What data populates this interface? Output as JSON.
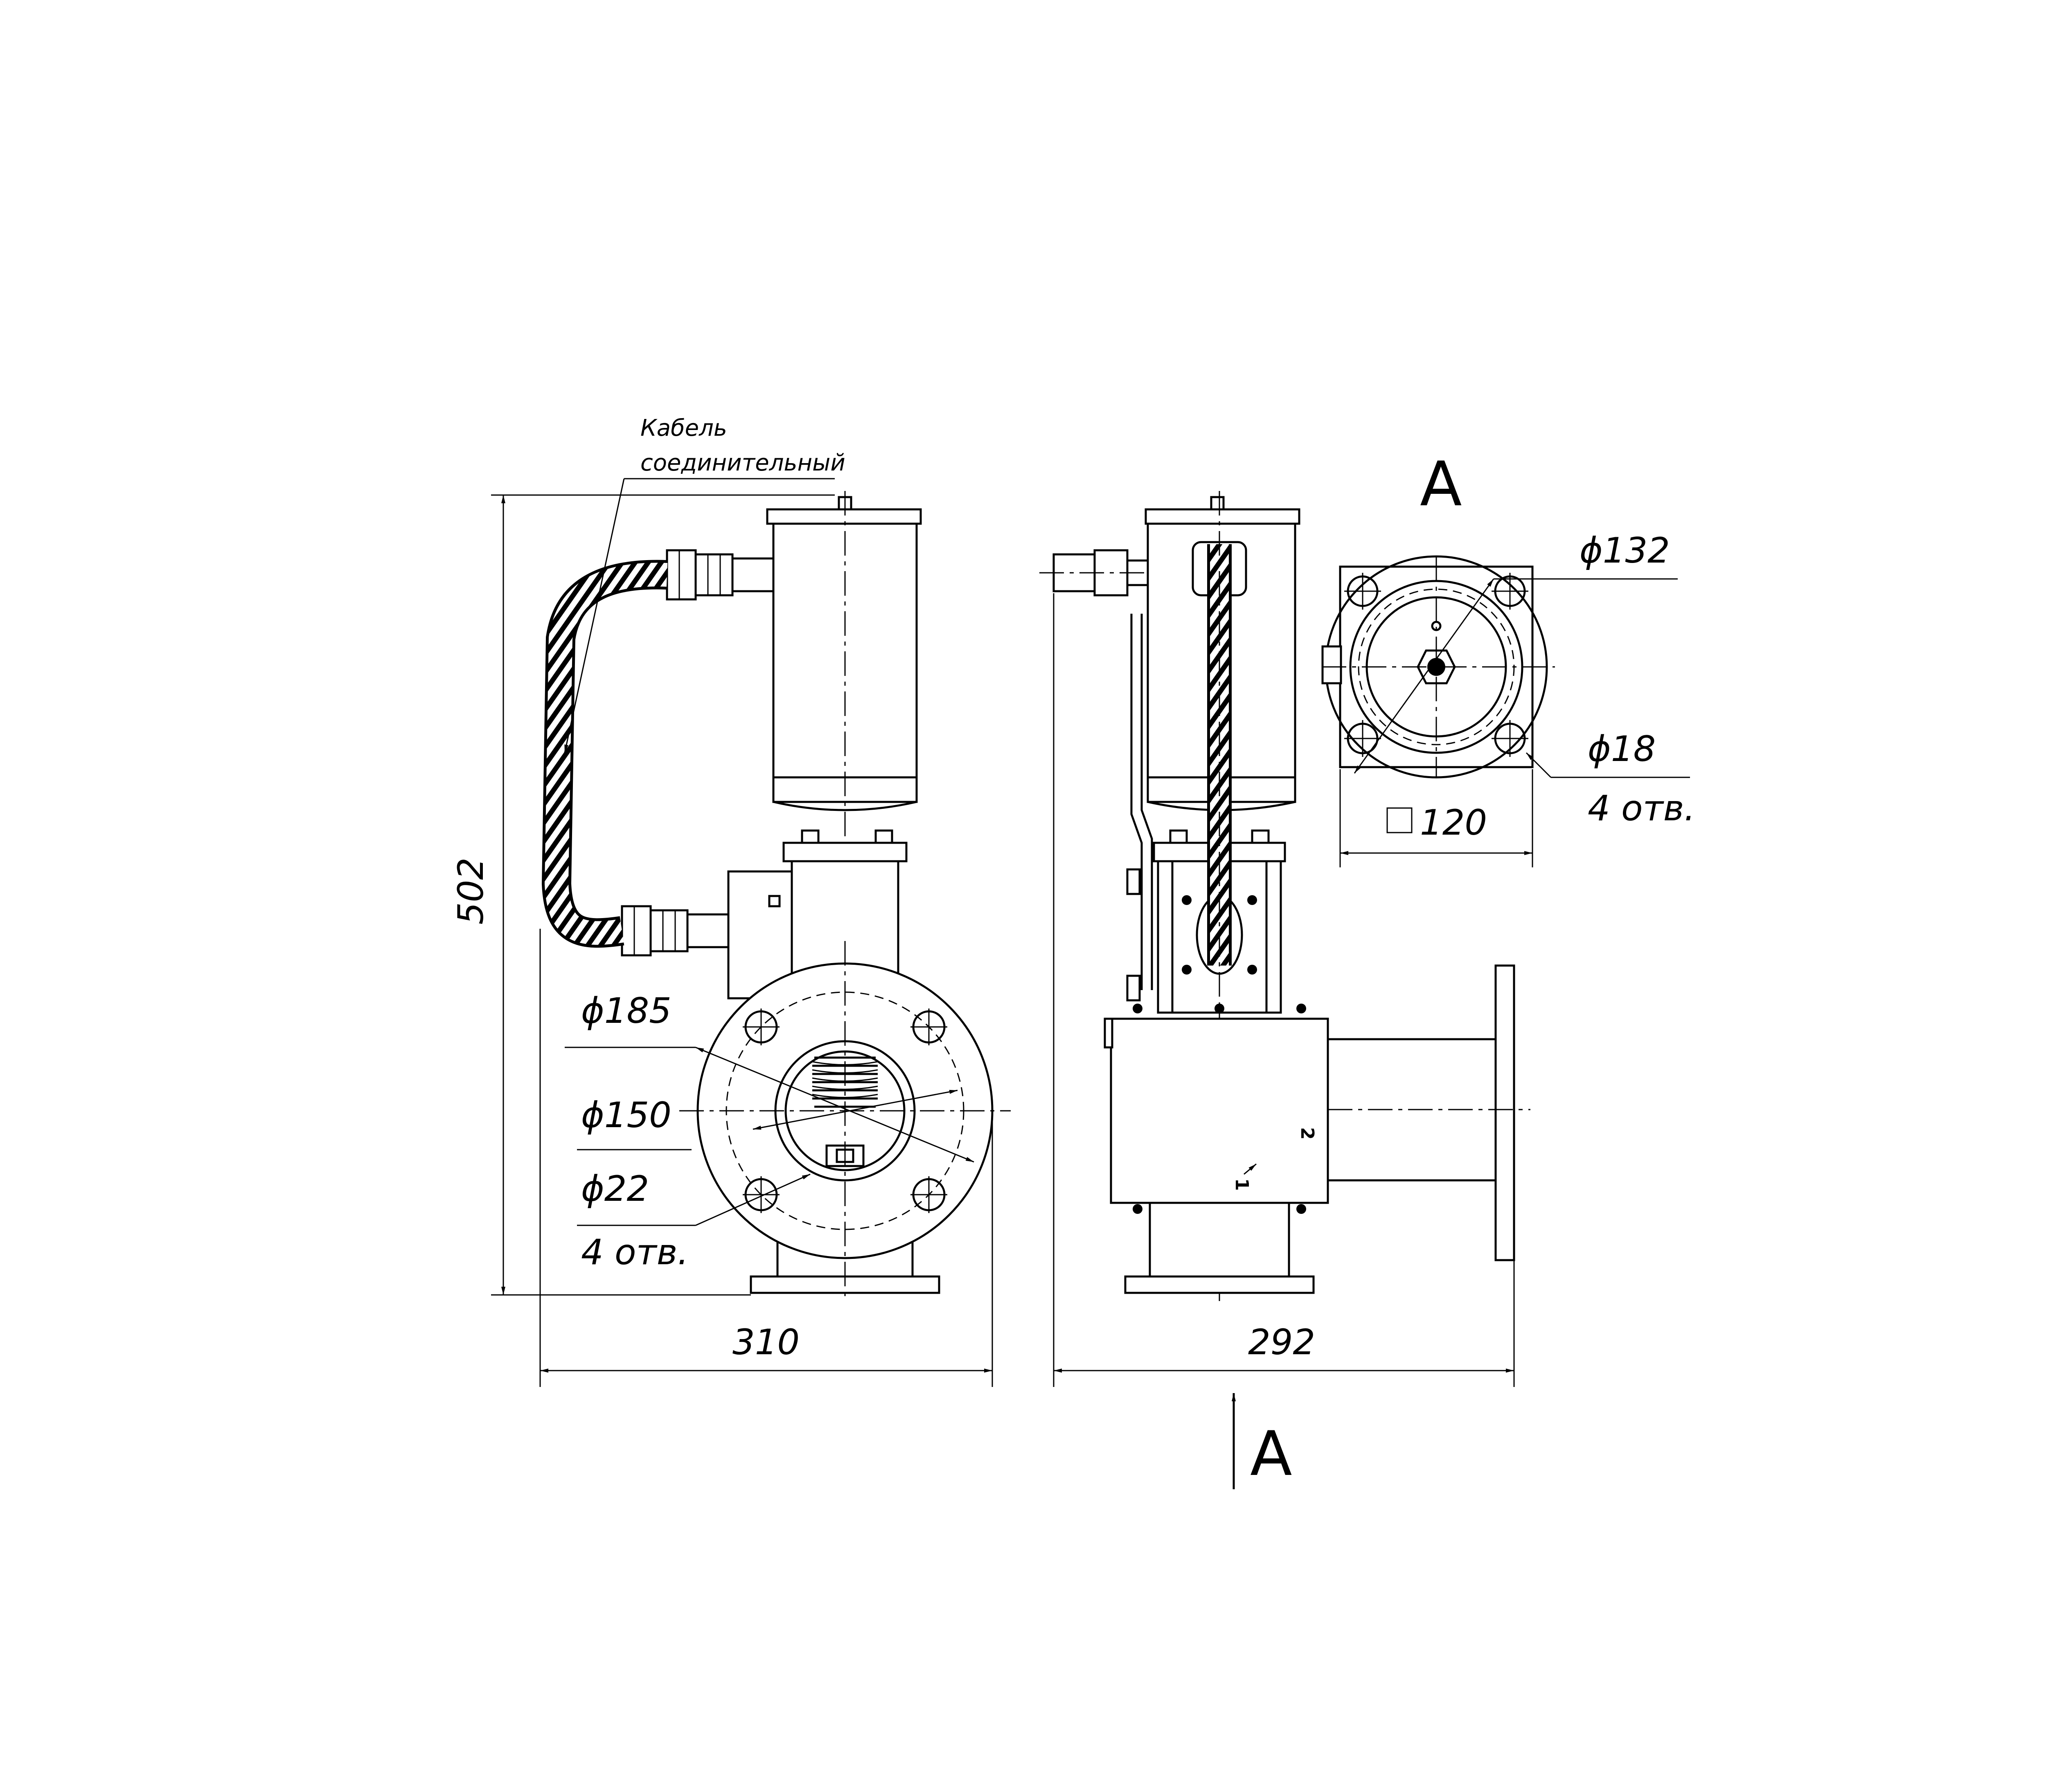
{
  "cable_note": {
    "line1": "Кабель",
    "line2": "соединительный"
  },
  "front_view": {
    "height": "502",
    "width": "310",
    "d_bolt_circle": "ϕ185",
    "d_bore": "ϕ150",
    "d_holes": "ϕ22",
    "holes_count": "4 отв."
  },
  "side_view": {
    "width": "292",
    "flow_mark_1": "1",
    "flow_mark_2": "2",
    "view_arrow_label": "А"
  },
  "view_a": {
    "title": "А",
    "d_bolt_circle": "ϕ132",
    "d_holes": "ϕ18",
    "holes_count": "4 отв.",
    "square": "120"
  }
}
